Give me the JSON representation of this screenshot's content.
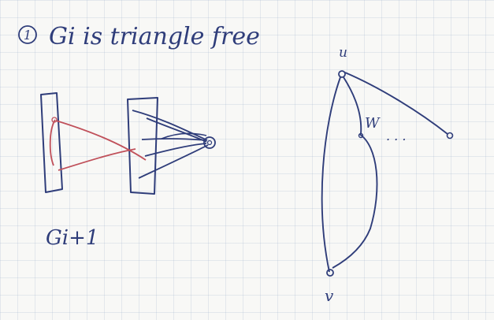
{
  "heading": {
    "number": "1",
    "text": "Gi is triangle free"
  },
  "labels": {
    "graph_next": "Gi+1",
    "vertex_u": "u",
    "vertex_v": "v",
    "set_w": "W",
    "ellipsis": ". . ."
  },
  "colors": {
    "ink_blue": "#2f3d7a",
    "ink_red": "#c0505a",
    "paper": "#f8f8f6",
    "grid": "#c7d0e0"
  }
}
